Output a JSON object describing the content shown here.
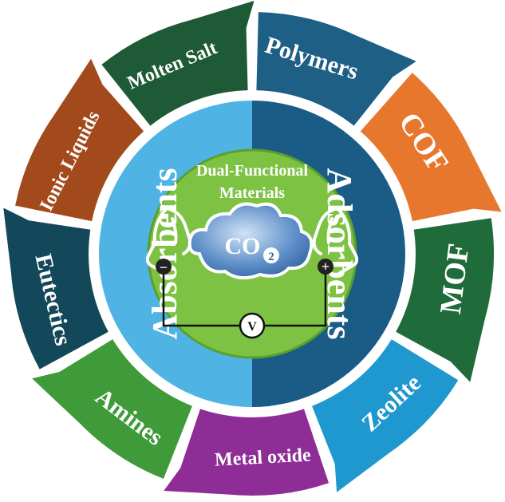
{
  "segments": [
    {
      "id": "polymers",
      "label": "Polymers",
      "color": "#1e5f86"
    },
    {
      "id": "cof",
      "label": "COF",
      "color": "#e8772e"
    },
    {
      "id": "mof",
      "label": "MOF",
      "color": "#1f6b3a"
    },
    {
      "id": "zeolite",
      "label": "Zeolite",
      "color": "#1e98cf"
    },
    {
      "id": "metal-oxide",
      "label": "Metal oxide",
      "color": "#8e2d96"
    },
    {
      "id": "amines",
      "label": "Amines",
      "color": "#3f9a3a"
    },
    {
      "id": "eutectics",
      "label": "Eutectics",
      "color": "#13485a"
    },
    {
      "id": "ionic-liquids",
      "label": "Ionic Liquids",
      "color": "#a34a1c"
    },
    {
      "id": "molten-salt",
      "label": "Molten Salt",
      "color": "#1d5a35"
    }
  ],
  "ring": {
    "left_label": "Absorbents",
    "right_label": "Adsorbents",
    "left_color": "#4fb3e3",
    "right_color": "#1a5c86"
  },
  "core": {
    "title_line1": "Dual-Functional",
    "title_line2": "Materials",
    "molecule": "CO",
    "molecule_subscript": "2",
    "meter_label": "V",
    "negative_sign": "−",
    "positive_sign": "+",
    "color": "#7dc242"
  }
}
